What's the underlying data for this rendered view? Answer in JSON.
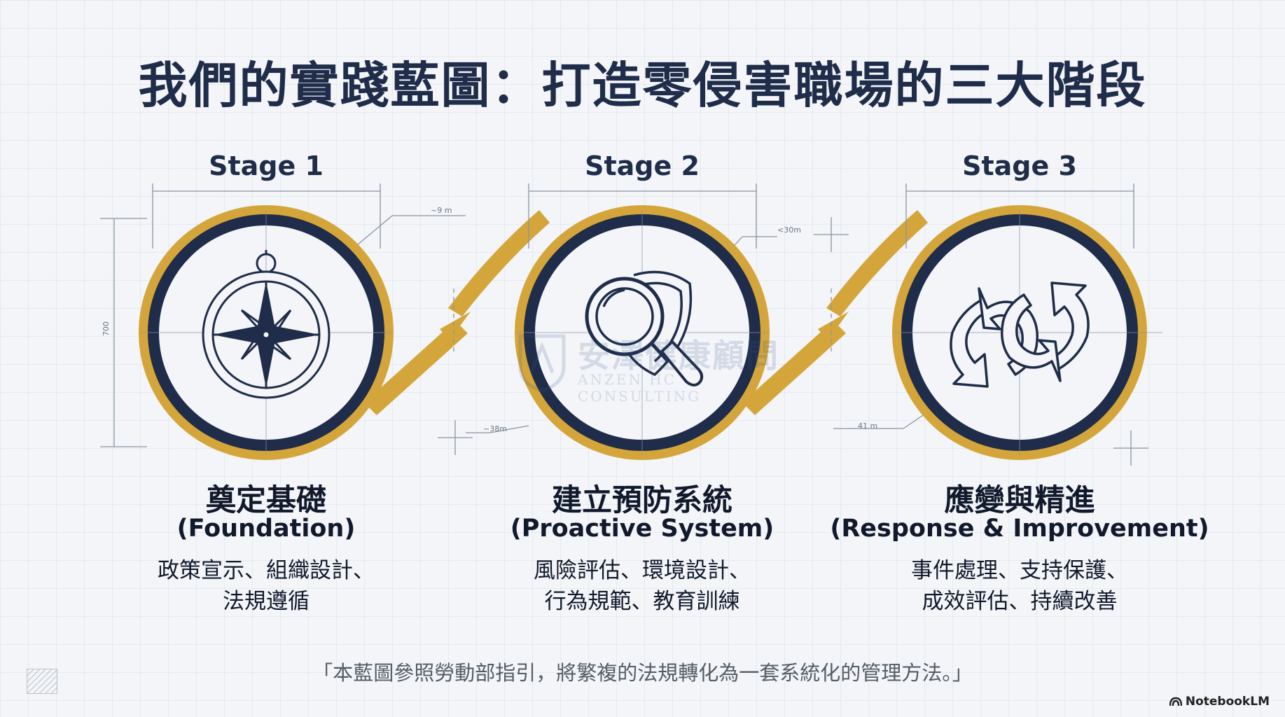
{
  "title": "我們的實踐藍圖：打造零侵害職場的三大階段",
  "stages": [
    {
      "label": "Stage 1",
      "name": "奠定基礎",
      "name_en": "(Foundation)",
      "desc_lines": [
        "政策宣示、組織設計、",
        "法規遵循"
      ],
      "icon": "compass-icon"
    },
    {
      "label": "Stage 2",
      "name": "建立預防系統",
      "name_en": "(Proactive System)",
      "desc_lines": [
        "風險評估、環境設計、",
        "行為規範、教育訓練"
      ],
      "icon": "magnifier-shield-icon"
    },
    {
      "label": "Stage 3",
      "name": "應變與精進",
      "name_en": "(Response & Improvement)",
      "desc_lines": [
        "事件處理、支持保護、",
        "成效評估、持續改善"
      ],
      "icon": "cycle-arrows-icon"
    }
  ],
  "annotations": {
    "dim_left_vertical": "700",
    "dim_top_stage1": "~9 m",
    "dim_top_stage2": "<30m",
    "dim_bottom_stage2": "~38m",
    "dim_bottom_stage3": "41 m"
  },
  "watermark": {
    "main": "安澤健康顧問",
    "sub": "ANZEN HC CONSULTING"
  },
  "note": "「本藍圖參照勞動部指引，將繁複的法規轉化為一套系統化的管理方法。」",
  "brand": "NotebookLM",
  "colors": {
    "navy": "#1f2d4a",
    "gold": "#d4a53a",
    "background": "#f3f5f8",
    "blueprint_line": "#8a94a3"
  }
}
